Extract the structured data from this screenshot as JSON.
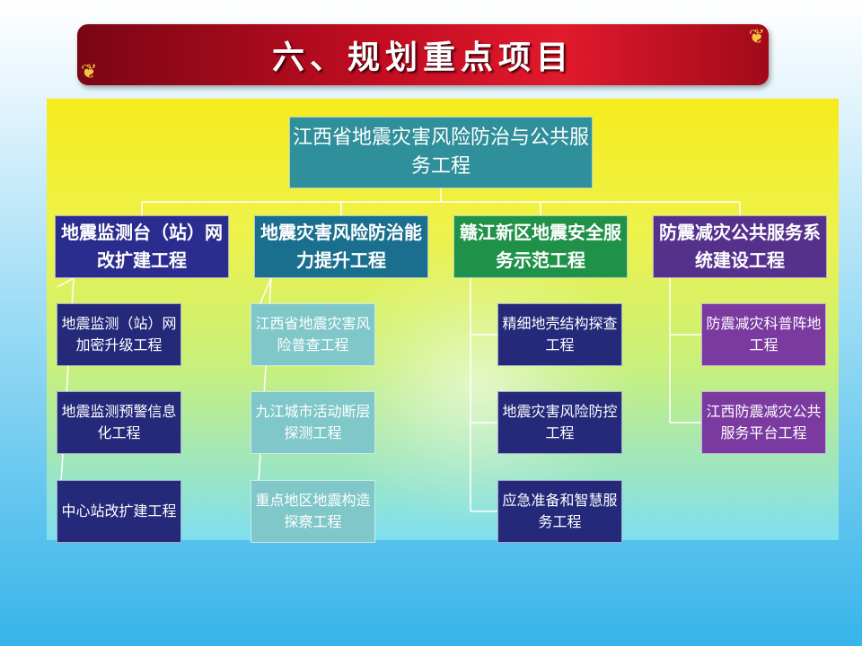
{
  "title": "六、规划重点项目",
  "root": "江西省地震灾害风险防治与公共服务工程",
  "branches": [
    {
      "label": "地震监测台（站）网改扩建工程",
      "children": [
        "地震监测（站）网加密升级工程",
        "地震监测预警信息化工程",
        "中心站改扩建工程"
      ]
    },
    {
      "label": "地震灾害风险防治能力提升工程",
      "children": [
        "江西省地震灾害风险普查工程",
        "九江城市活动断层探测工程",
        "重点地区地震构造探察工程"
      ]
    },
    {
      "label": "赣江新区地震安全服务示范工程",
      "children": [
        "精细地壳结构探查工程",
        "地震灾害风险防控工程",
        "应急准备和智慧服务工程"
      ]
    },
    {
      "label": "防震减灾公共服务系统建设工程",
      "children": [
        "防震减灾科普阵地工程",
        "江西防震减灾公共服务平台工程"
      ]
    }
  ],
  "colors": {
    "title_bar": "#c40d22",
    "root": "#2f8f9a",
    "branch_1": "#2a2c8e",
    "branch_2": "#1b6f8e",
    "branch_3": "#1f9148",
    "branch_4": "#56318c",
    "children_1": "#24297a",
    "children_2": "#7fc7c9",
    "children_3": "#24297a",
    "children_4": "#7b3aa0"
  }
}
